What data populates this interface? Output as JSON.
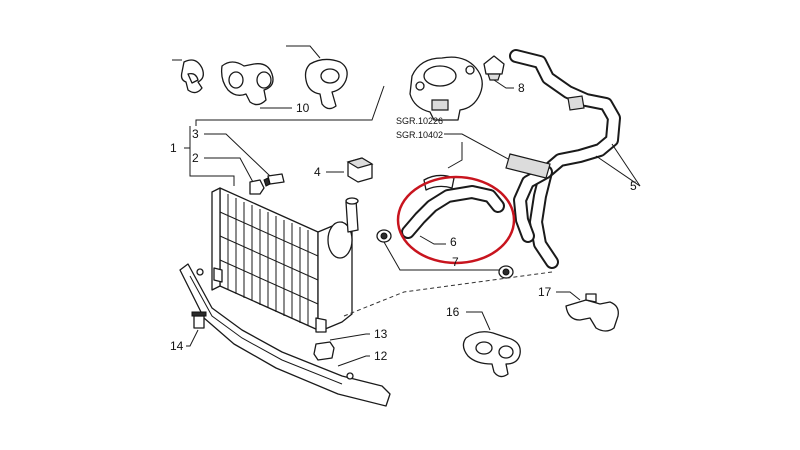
{
  "diagram": {
    "highlight_color": "#c8141e",
    "labels": {
      "p1": "1",
      "p2": "2",
      "p3": "3",
      "p4": "4",
      "p5": "5",
      "p6": "6",
      "p7": "7",
      "p8": "8",
      "p10": "10",
      "p12": "12",
      "p13": "13",
      "p14": "14",
      "p16": "16",
      "p17": "17"
    },
    "references": {
      "sgr1": "SGR.10226",
      "sgr2": "SGR.10402"
    }
  }
}
